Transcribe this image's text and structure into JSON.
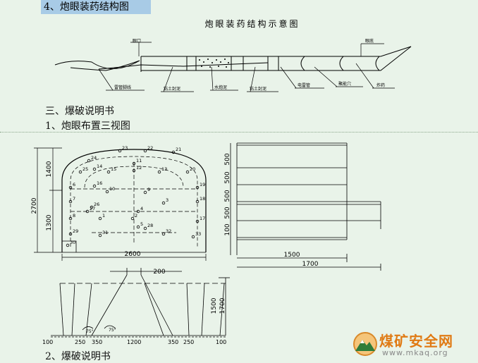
{
  "document": {
    "heading_4": "4、炮眼装药结构图",
    "section_3": "三、爆破说明书",
    "item_1": "1、炮眼布置三视图",
    "item_2": "2、爆破说明书"
  },
  "charge_diagram": {
    "title": "炮眼装药结构示意图",
    "labels": {
      "hole_mouth": "眼口",
      "hole_bottom": "眼底",
      "detonator_leg_wire": "雷管脚线",
      "clay_stemming_1": "粘土封泥",
      "water_stemming": "水炮泥",
      "clay_stemming_2": "粘土封泥",
      "detonator": "电雷管",
      "cavity": "聚能穴",
      "explosive": "炸药"
    }
  },
  "layout_front": {
    "dim_width": "2600",
    "dim_total_height": "2700",
    "dim_upper": "1400",
    "dim_lower": "1300",
    "hole_numbers": [
      "1",
      "2",
      "3",
      "4",
      "5",
      "6",
      "7",
      "8",
      "9",
      "10",
      "11",
      "12",
      "13",
      "14",
      "15",
      "16",
      "17",
      "18",
      "19",
      "20",
      "21",
      "22",
      "23",
      "24",
      "25",
      "26",
      "27",
      "28",
      "29",
      "30",
      "31",
      "32",
      "33"
    ]
  },
  "layout_side": {
    "dims_vertical": [
      "500",
      "500",
      "500",
      "500",
      "100"
    ],
    "dim_1500": "1500",
    "dim_1700": "1700"
  },
  "layout_plan": {
    "dim_top": "200",
    "dim_1200": "1200",
    "dim_1500": "1500",
    "dim_1700": "1700",
    "bottom_labels": [
      "100",
      "250",
      "350",
      "350",
      "250",
      "100"
    ],
    "angle_1": "75°",
    "angle_2": "75°"
  },
  "watermark": {
    "name": "煤矿安全网",
    "url": "www.mkaq.org"
  }
}
